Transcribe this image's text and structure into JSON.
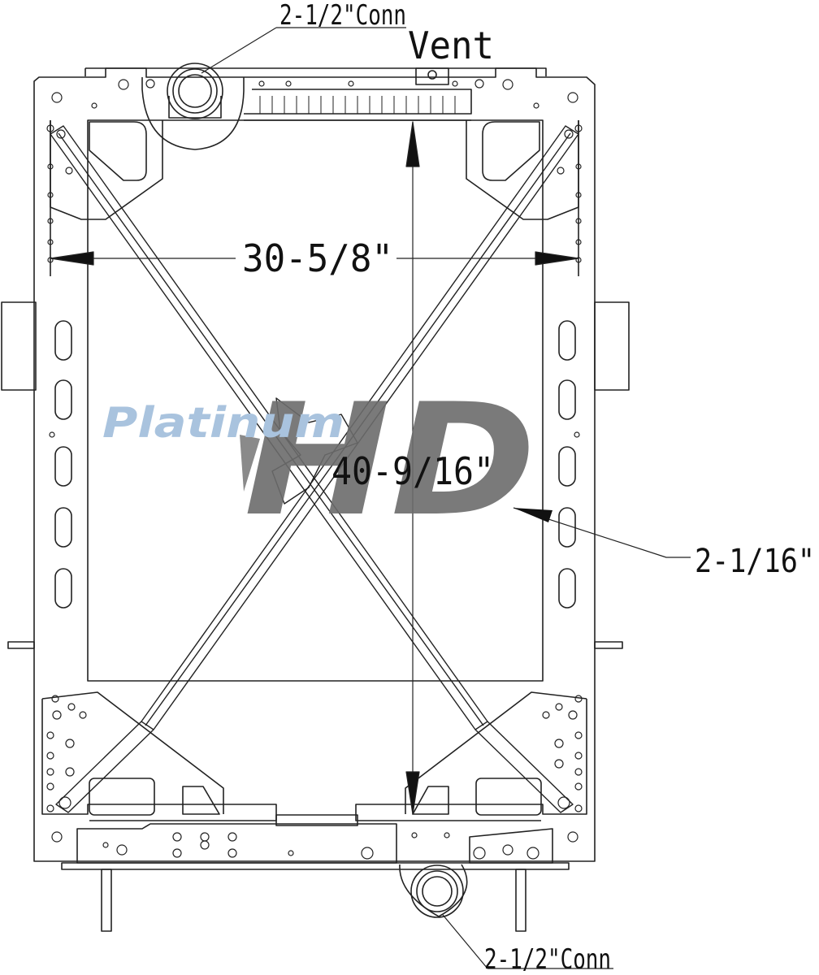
{
  "callouts": {
    "top_conn": "2-1/2\"Conn",
    "vent": "Vent",
    "bottom_conn": "2-1/2\"Conn",
    "side_dim": "2-1/16\""
  },
  "dimensions": {
    "width": "30-5/8\"",
    "height": "40-9/16\""
  },
  "watermark": {
    "brand_script": "Platinum",
    "brand_mark": "HD",
    "script_color": "#a9c3de",
    "mark_color": "#6b6b6b"
  }
}
